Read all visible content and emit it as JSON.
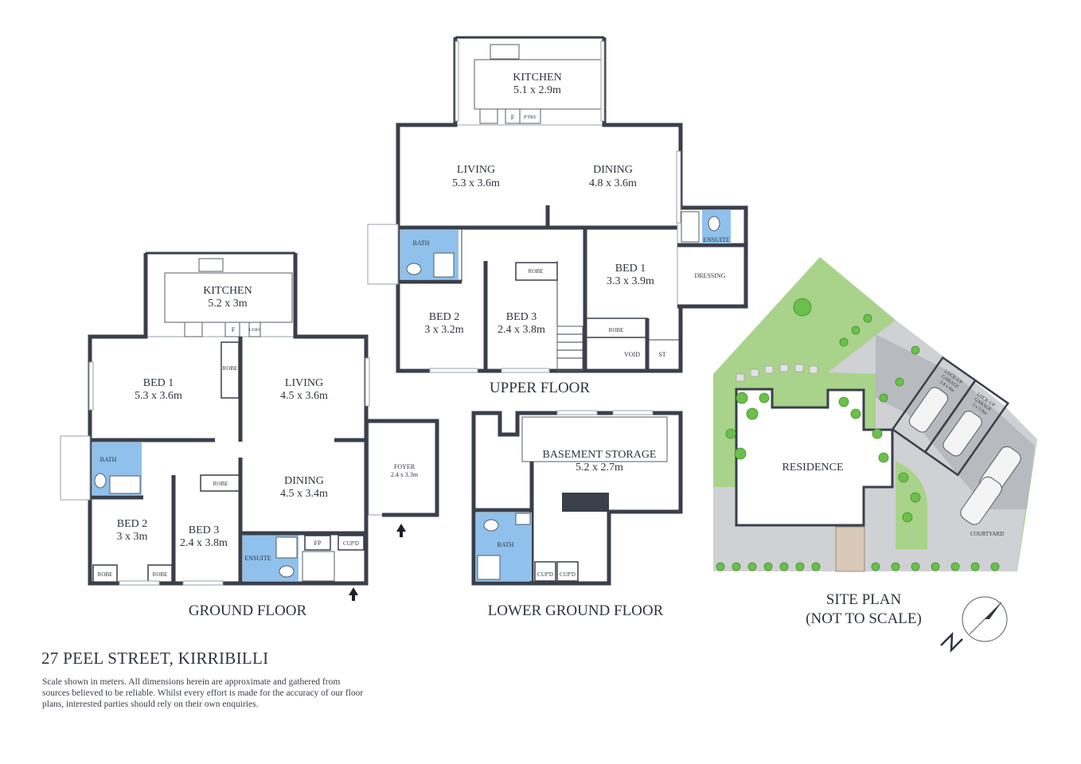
{
  "address": "27 PEEL STREET, KIRRIBILLI",
  "disclaimer": [
    "Scale shown in meters. All dimensions herein are approximate and gathered from",
    "sources believed to be  reliable. Whilst every effort is made for the accuracy of our floor",
    "plans, interested parties should rely on their own enquiries."
  ],
  "ground_floor": {
    "title": "GROUND FLOOR",
    "rooms": {
      "kitchen": {
        "name": "KITCHEN",
        "dim": "5.2 x 3m"
      },
      "bed1": {
        "name": "BED 1",
        "dim": "5.3 x 3.6m"
      },
      "living": {
        "name": "LIVING",
        "dim": "4.5 x 3.6m"
      },
      "dining": {
        "name": "DINING",
        "dim": "4.5 x 3.4m"
      },
      "bed2": {
        "name": "BED 2",
        "dim": "3 x 3m"
      },
      "bed3": {
        "name": "BED 3",
        "dim": "2.4 x 3.8m"
      },
      "foyer": {
        "name": "FOYER",
        "dim": "2.4 x 3.3m"
      }
    },
    "labels": {
      "bath": "BATH",
      "ensuite": "ENSUITE",
      "robe": "ROBE",
      "fp": "FP",
      "cupd": "CUP'D",
      "fridge": "F",
      "laundry": "L'DRY"
    }
  },
  "upper_floor": {
    "title": "UPPER FLOOR",
    "rooms": {
      "kitchen": {
        "name": "KITCHEN",
        "dim": "5.1 x 2.9m"
      },
      "living": {
        "name": "LIVING",
        "dim": "5.3 x 3.6m"
      },
      "dining": {
        "name": "DINING",
        "dim": "4.8 x 3.6m"
      },
      "bed1": {
        "name": "BED 1",
        "dim": "3.3 x 3.9m"
      },
      "bed2": {
        "name": "BED 2",
        "dim": "3 x 3.2m"
      },
      "bed3": {
        "name": "BED 3",
        "dim": "2.4 x 3.8m"
      }
    },
    "labels": {
      "bath": "BATH",
      "ensuite": "ENSUITE",
      "dressing": "DRESSING",
      "robe": "ROBE",
      "void": "VOID",
      "st": "ST",
      "fridge": "F",
      "pantry": "P'TRY"
    }
  },
  "lower_ground_floor": {
    "title": "LOWER GROUND FLOOR",
    "rooms": {
      "storage": {
        "name": "BASEMENT STORAGE",
        "dim": "5.2 x 2.7m"
      }
    },
    "labels": {
      "bath": "BATH",
      "cupd": "CUP'D"
    }
  },
  "site_plan": {
    "title_line1": "SITE PLAN",
    "title_line2": "(NOT TO SCALE)",
    "residence": "RESIDENCE",
    "courtyard": "COURTYARD",
    "garage1_name": "LOCK-UP",
    "garage1_sub": "GARAGE",
    "garage1_dim": "2.4 x 6m",
    "garage2_name": "LOCK-UP",
    "garage2_sub": "GARAGE",
    "garage2_dim": "3 x 5.9m"
  },
  "colors": {
    "wall": "#3a3f4a",
    "wet_area": "#8fc1ec",
    "grass": "#a9d38a",
    "paving": "#cfd1d4"
  },
  "icons": [
    "north-arrow-icon",
    "entry-arrow-icon",
    "tree-icon",
    "car-icon"
  ]
}
